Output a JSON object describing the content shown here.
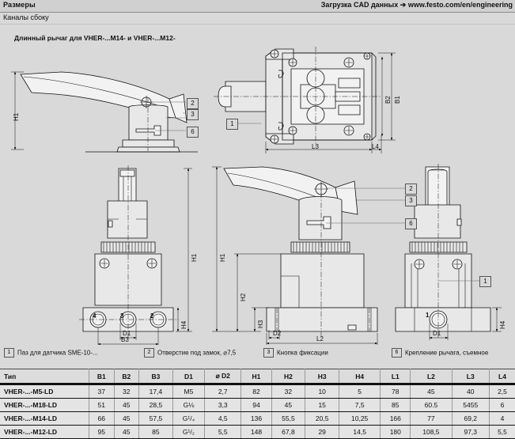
{
  "header": {
    "title": "Размеры",
    "cad_text": "Загрузка CAD  данных",
    "arrow": "➔",
    "url": "www.festo.com/en/engineering",
    "subtitle": "Каналы сбоку"
  },
  "drawing": {
    "caption": "Длинный  рычаг для VHER-...M14- и VHER-...M12-",
    "callouts": [
      {
        "id": "2"
      },
      {
        "id": "3"
      },
      {
        "id": "6"
      },
      {
        "id": "1"
      }
    ],
    "dimensions": {
      "H1": "H1",
      "H2": "H2",
      "H3": "H3",
      "H4": "H4",
      "B1": "B1",
      "B2": "B2",
      "B3": "B3",
      "L2": "L2",
      "L3": "L3",
      "L4": "L4",
      "D1": "D1",
      "D2": "D2"
    },
    "port_labels": [
      "4",
      "3",
      "2",
      "1"
    ]
  },
  "legend": [
    {
      "id": "1",
      "text": "Паз для  датчика SME-10-..."
    },
    {
      "id": "2",
      "text": "Отверстие под замок, ⌀7,5"
    },
    {
      "id": "3",
      "text": "Кнопка фиксации"
    },
    {
      "id": "6",
      "text": "Крепление рычага, съемное"
    }
  ],
  "table": {
    "columns": [
      "Тип",
      "B1",
      "B2",
      "B3",
      "D1",
      "⌀ D2",
      "H1",
      "H2",
      "H3",
      "H4",
      "L1",
      "L2",
      "L3",
      "L4"
    ],
    "rows": [
      [
        "VHER-...-M5-LD",
        "37",
        "32",
        "17,4",
        "M5",
        "2,7",
        "82",
        "32",
        "10",
        "5",
        "78",
        "45",
        "40",
        "2,5"
      ],
      [
        "VHER-...-M18-LD",
        "51",
        "45",
        "28,5",
        "G⅛",
        "3,3",
        "94",
        "45",
        "15",
        "7,5",
        "85",
        "60.5",
        "5455",
        "6"
      ],
      [
        "VHER-...-M14-LD",
        "66",
        "45",
        "57,5",
        "G¹/₄",
        "4,5",
        "136",
        "55,5",
        "20,5",
        "10,25",
        "166",
        "77",
        "69,2",
        "4"
      ],
      [
        "VHER-...-M12-LD",
        "95",
        "45",
        "85",
        "G¹/₂",
        "5,5",
        "148",
        "67,8",
        "29",
        "14,5",
        "180",
        "108,5",
        "97,3",
        "5,5"
      ]
    ]
  },
  "colors": {
    "page_bg": "#d9d9d9",
    "header_bg": "#d0d0d0",
    "line": "#111111",
    "table_header_bg": "#dcdcdc",
    "table_cell_bg": "#e4e4e4"
  }
}
